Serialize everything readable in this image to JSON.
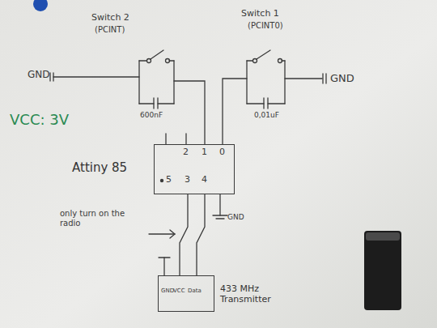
{
  "diagram": {
    "nodes": [
      {
        "text": [
          "Attiny 85"
        ]
      },
      {
        "text": [
          "433 MHz Transmitter"
        ]
      }
    ],
    "edges": [
      {
        "from": 0,
        "to": 1,
        "arrow": "none"
      },
      {
        "from": 0,
        "to": 1,
        "arrow": "none"
      }
    ],
    "labels": [
      "Switch 2",
      "(PCINT)",
      "Switch 1",
      "(PCINT0)",
      "GND",
      "600nF",
      "0,01uF",
      "GND",
      "VCC: 3V",
      "2",
      "1",
      "0",
      "5",
      "3",
      "4",
      "GND",
      "only turn on the radio",
      "GND",
      "VCC",
      "Data"
    ]
  }
}
